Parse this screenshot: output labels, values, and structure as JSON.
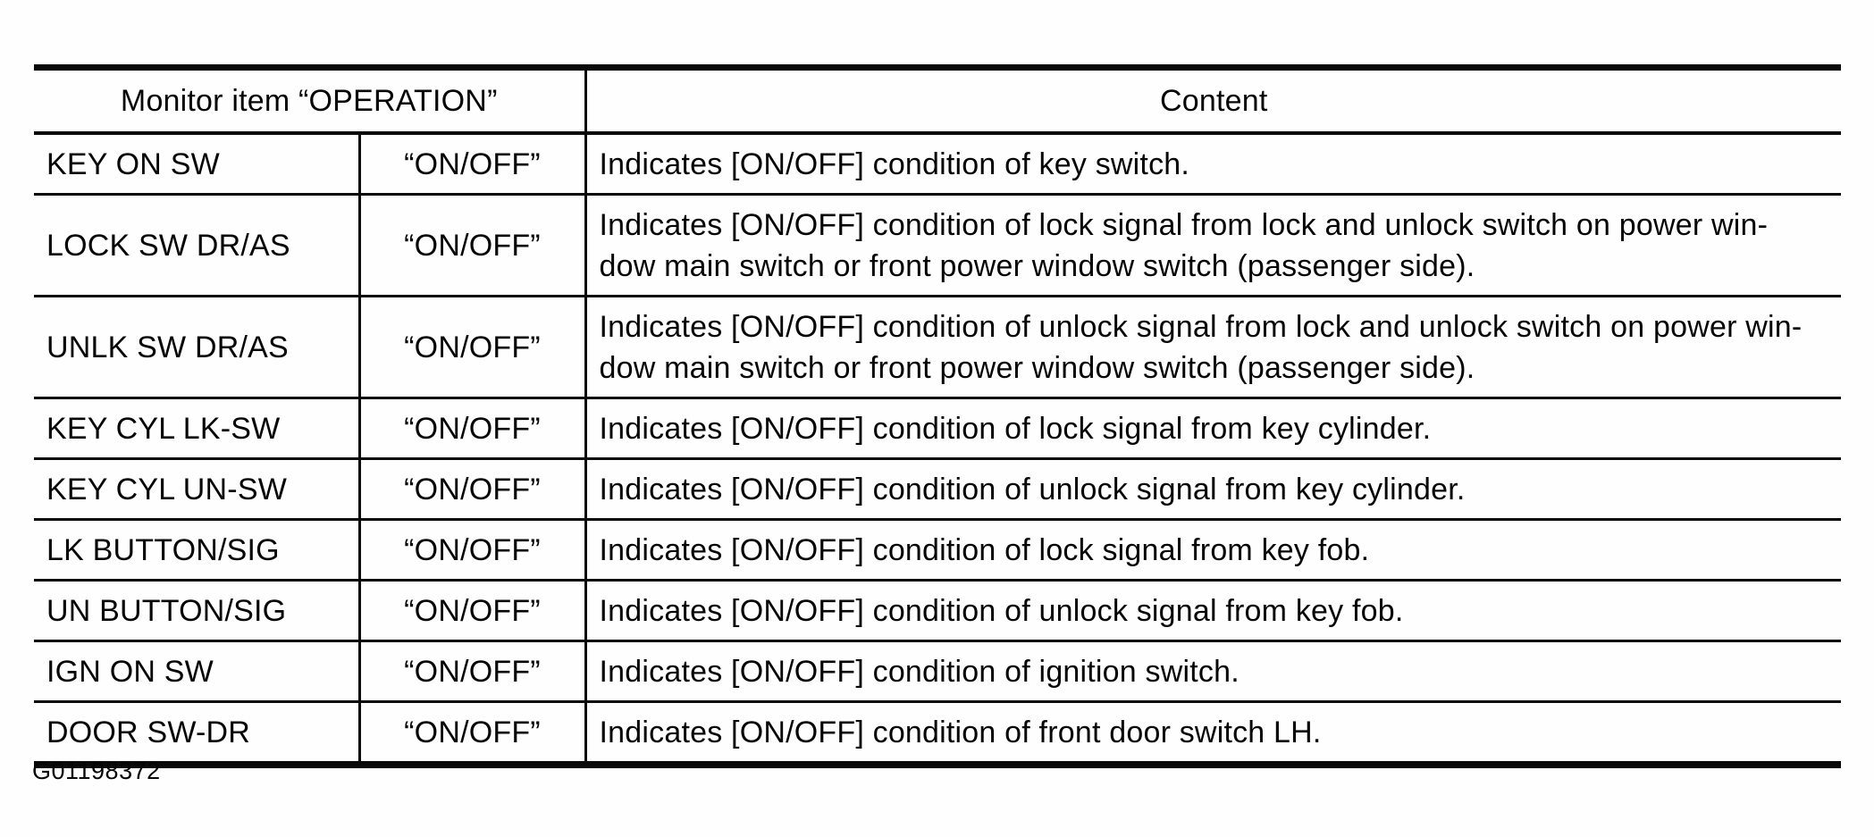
{
  "page": {
    "figure_id": "G01198372"
  },
  "table": {
    "header": {
      "monitor_item": "Monitor item “OPERATION”",
      "content": "Content"
    },
    "rows": [
      {
        "item": "KEY ON SW",
        "value": "“ON/OFF”",
        "content": [
          "Indicates [ON/OFF] condition of key switch."
        ]
      },
      {
        "item": "LOCK SW DR/AS",
        "value": "“ON/OFF”",
        "content": [
          "Indicates [ON/OFF] condition of lock signal from lock and unlock switch on power win-",
          "dow main switch or front power window switch (passenger side)."
        ]
      },
      {
        "item": "UNLK SW DR/AS",
        "value": "“ON/OFF”",
        "content": [
          "Indicates [ON/OFF] condition of unlock signal from lock and unlock switch on power win-",
          "dow main switch or front power window switch (passenger side)."
        ]
      },
      {
        "item": "KEY CYL LK-SW",
        "value": "“ON/OFF”",
        "content": [
          "Indicates [ON/OFF] condition of lock signal from key cylinder."
        ]
      },
      {
        "item": "KEY CYL UN-SW",
        "value": "“ON/OFF”",
        "content": [
          "Indicates [ON/OFF] condition of unlock signal from key cylinder."
        ]
      },
      {
        "item": "LK BUTTON/SIG",
        "value": "“ON/OFF”",
        "content": [
          "Indicates [ON/OFF] condition of lock signal from key fob."
        ]
      },
      {
        "item": "UN BUTTON/SIG",
        "value": "“ON/OFF”",
        "content": [
          "Indicates [ON/OFF] condition of unlock signal from key fob."
        ]
      },
      {
        "item": "IGN ON SW",
        "value": "“ON/OFF”",
        "content": [
          "Indicates [ON/OFF] condition of ignition switch."
        ]
      },
      {
        "item": "DOOR SW-DR",
        "value": "“ON/OFF”",
        "content": [
          "Indicates [ON/OFF] condition of front door switch LH."
        ]
      }
    ]
  }
}
